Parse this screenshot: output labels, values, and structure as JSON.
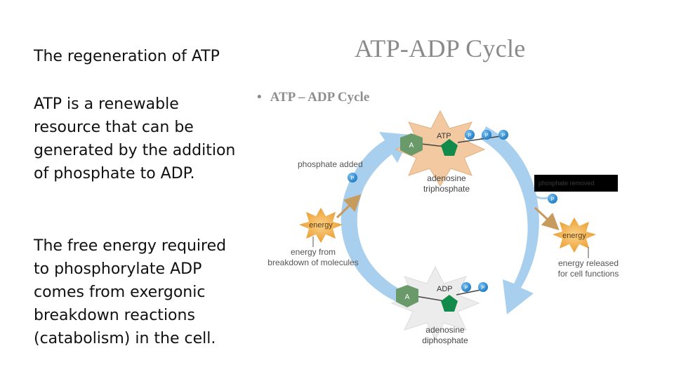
{
  "slide": {
    "title": "The regeneration of ATP",
    "paragraph_1": "ATP is a renewable resource that can be generated by the addition of phosphate to ADP.",
    "paragraph_2": "The free energy required to phosphorylate ADP comes from exergonic breakdown reactions (catabolism) in the cell."
  },
  "diagram": {
    "heading": "ATP-ADP Cycle",
    "bullet": "ATP – ADP Cycle",
    "atp_label": "ATP",
    "adp_label": "ADP",
    "adenine_label": "A",
    "phosphate_label": "P",
    "atp_name_line1": "adenosine",
    "atp_name_line2": "triphosphate",
    "adp_name_line1": "adenosine",
    "adp_name_line2": "diphosphate",
    "phosphate_added": "phosphate added",
    "phosphate_removed": "phosphate removed",
    "energy_label": "energy",
    "energy_from_line1": "energy from",
    "energy_from_line2": "breakdown of molecules",
    "energy_released_line1": "energy released",
    "energy_released_line2": "for cell functions"
  },
  "colors": {
    "arrow": "#a9cfee",
    "atp_star": "#f2c9a0",
    "adp_star": "#ececec",
    "adenine": "#6a9a6a",
    "ribose": "#128a4a",
    "phosphate": "#2a8fd6",
    "energy_star": "#f0a028",
    "brown_arrow": "#c79a5e"
  }
}
